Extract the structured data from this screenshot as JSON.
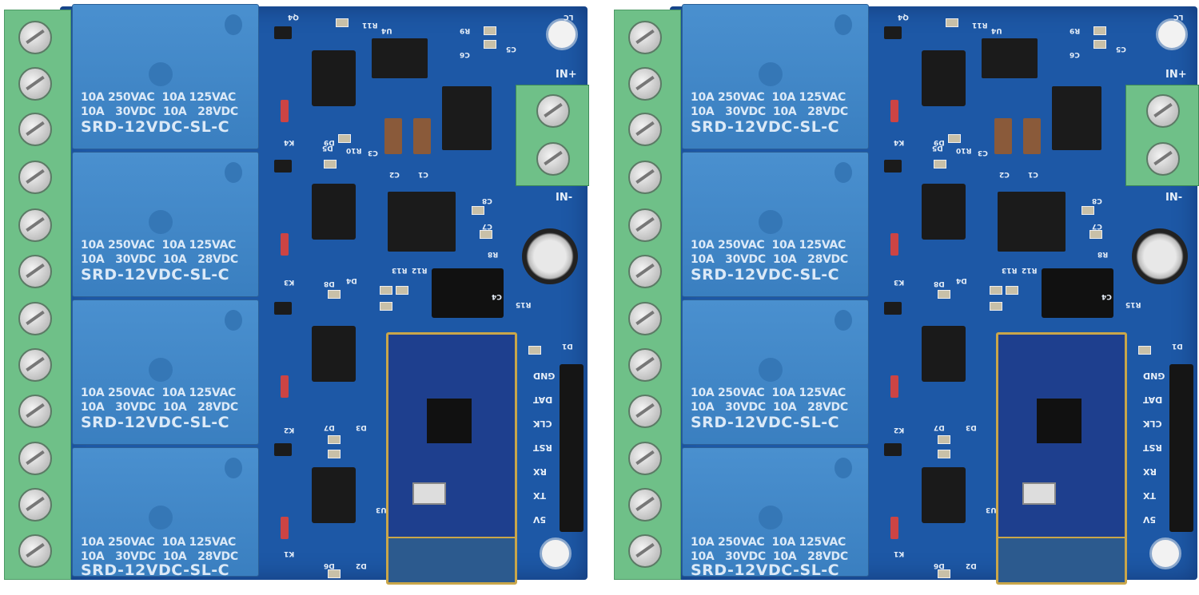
{
  "boards": [
    {
      "id": "left"
    },
    {
      "id": "right"
    }
  ],
  "relay": {
    "line1": "10A 250VAC  10A 125VAC",
    "line2": "10A   30VDC  10A   28VDC",
    "model": "SRD-12VDC-SL-C"
  },
  "power": {
    "in_plus": "IN+",
    "in_minus": "IN-"
  },
  "pins": [
    "GND",
    "DAT",
    "CLK",
    "RST",
    "RX",
    "TX",
    "5V"
  ],
  "silkscreen": [
    "U4",
    "R11",
    "Q4",
    "R9",
    "C5",
    "C6",
    "C3",
    "C2",
    "C1",
    "R10",
    "D5",
    "C8",
    "C7",
    "R8",
    "C4",
    "R15",
    "R12",
    "R13",
    "D4",
    "D1",
    "U3",
    "K1",
    "K2",
    "K3",
    "K4",
    "D2",
    "D3",
    "D6",
    "D7",
    "D8",
    "D9",
    "LC"
  ],
  "colors": {
    "pcb": "#1d58a6",
    "relay": "#3f86c6",
    "terminal": "#6fc088"
  }
}
